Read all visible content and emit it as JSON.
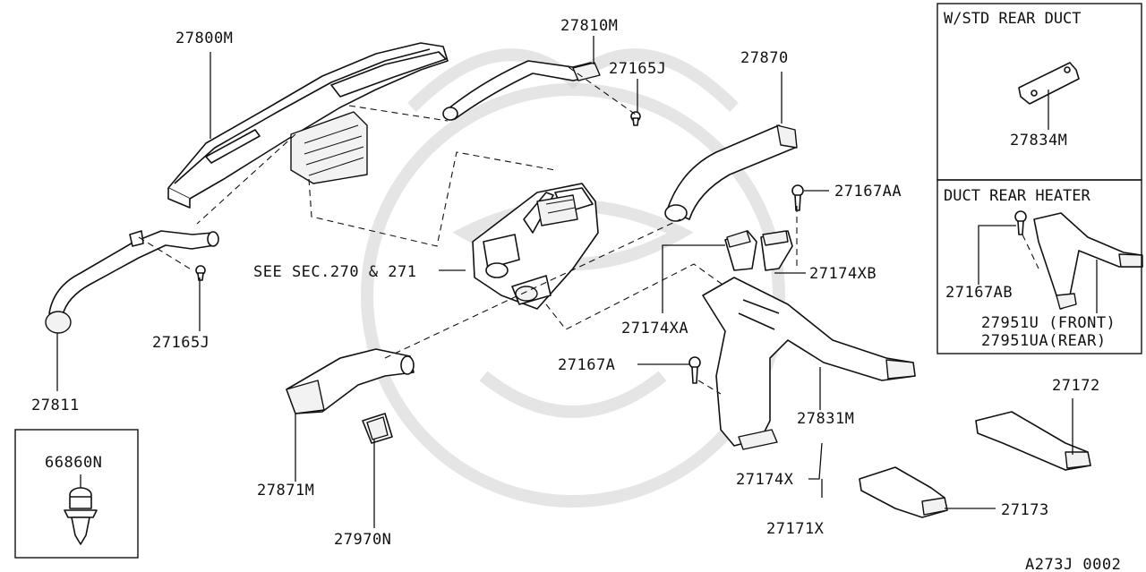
{
  "labels": {
    "p27800M": "27800M",
    "p27810M": "27810M",
    "p27165J_top": "27165J",
    "p27870": "27870",
    "p27167AA": "27167AA",
    "p27174XB": "27174XB",
    "see_sec": "SEE SEC.270 & 271",
    "p27165J_left": "27165J",
    "p27811": "27811",
    "p27174XA": "27174XA",
    "p27167A": "27167A",
    "p27831M": "27831M",
    "p27871M": "27871M",
    "p27970N": "27970N",
    "p27174X": "27174X",
    "p27171X": "27171X",
    "p27172": "27172",
    "p27173": "27173",
    "p66860N": "66860N",
    "p27834M": "27834M",
    "p27167AB": "27167AB",
    "p27951U": "27951U (FRONT)",
    "p27951UA": "27951UA(REAR)",
    "drawing_code": "A273J 0002"
  },
  "boxes": {
    "std_rear_duct": "W/STD REAR DUCT",
    "duct_rear_heater": "DUCT REAR HEATER"
  }
}
